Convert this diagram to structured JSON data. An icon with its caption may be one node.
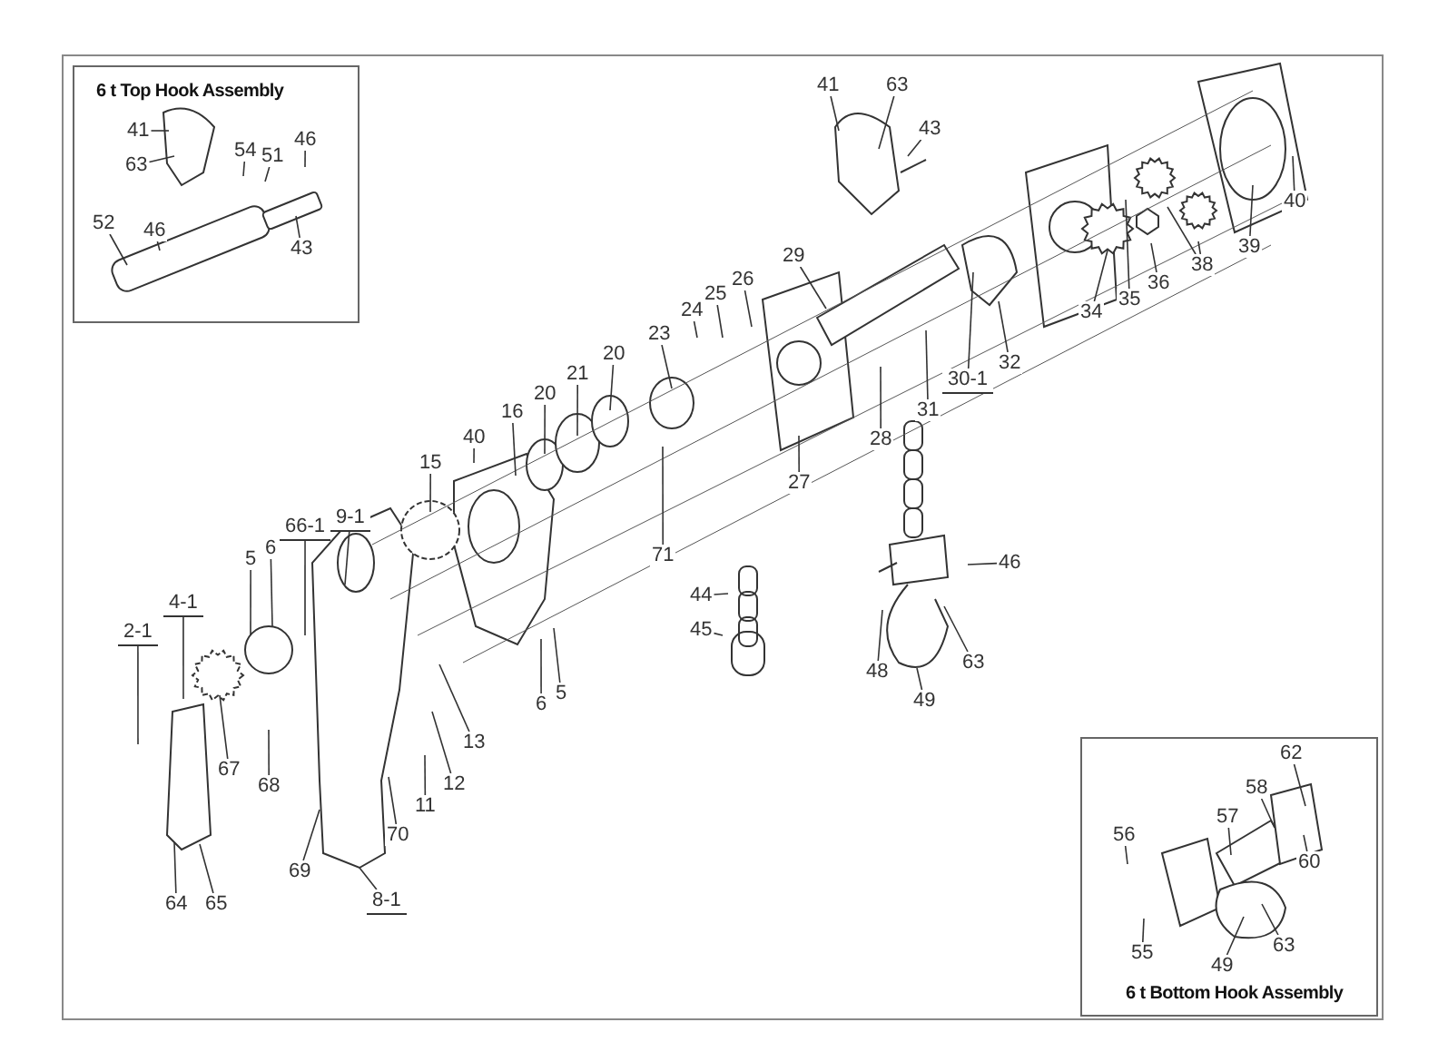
{
  "diagram": {
    "nodes": [
      {
        "text": [
          "6 t Top Hook Assembly"
        ]
      },
      {
        "text": [
          "41"
        ],
        "in": 0
      },
      {
        "text": [
          "63"
        ],
        "in": 0
      },
      {
        "text": [
          "54"
        ],
        "in": 0
      },
      {
        "text": [
          "51"
        ],
        "in": 0
      },
      {
        "text": [
          "46"
        ],
        "in": 0
      },
      {
        "text": [
          "52"
        ],
        "in": 0
      },
      {
        "text": [
          "46"
        ],
        "in": 0
      },
      {
        "text": [
          "43"
        ],
        "in": 0
      },
      {
        "text": [
          "41"
        ]
      },
      {
        "text": [
          "63"
        ]
      },
      {
        "text": [
          "43"
        ]
      },
      {
        "text": [
          "29"
        ]
      },
      {
        "text": [
          "26"
        ]
      },
      {
        "text": [
          "25"
        ]
      },
      {
        "text": [
          "24"
        ]
      },
      {
        "text": [
          "23"
        ]
      },
      {
        "text": [
          "20"
        ]
      },
      {
        "text": [
          "21"
        ]
      },
      {
        "text": [
          "20"
        ]
      },
      {
        "text": [
          "16"
        ]
      },
      {
        "text": [
          "40"
        ]
      },
      {
        "text": [
          "15"
        ]
      },
      {
        "text": [
          "9-1"
        ]
      },
      {
        "text": [
          "66-1"
        ]
      },
      {
        "text": [
          "6"
        ]
      },
      {
        "text": [
          "5"
        ]
      },
      {
        "text": [
          "4-1"
        ]
      },
      {
        "text": [
          "2-1"
        ]
      },
      {
        "text": [
          "67"
        ]
      },
      {
        "text": [
          "68"
        ]
      },
      {
        "text": [
          "64"
        ]
      },
      {
        "text": [
          "65"
        ]
      },
      {
        "text": [
          "69"
        ]
      },
      {
        "text": [
          "70"
        ]
      },
      {
        "text": [
          "8-1"
        ]
      },
      {
        "text": [
          "11"
        ]
      },
      {
        "text": [
          "12"
        ]
      },
      {
        "text": [
          "13"
        ]
      },
      {
        "text": [
          "6"
        ]
      },
      {
        "text": [
          "5"
        ]
      },
      {
        "text": [
          "71"
        ]
      },
      {
        "text": [
          "27"
        ]
      },
      {
        "text": [
          "28"
        ]
      },
      {
        "text": [
          "31"
        ]
      },
      {
        "text": [
          "30-1"
        ]
      },
      {
        "text": [
          "32"
        ]
      },
      {
        "text": [
          "34"
        ]
      },
      {
        "text": [
          "35"
        ]
      },
      {
        "text": [
          "36"
        ]
      },
      {
        "text": [
          "38"
        ]
      },
      {
        "text": [
          "39"
        ]
      },
      {
        "text": [
          "40"
        ]
      },
      {
        "text": [
          "44"
        ]
      },
      {
        "text": [
          "45"
        ]
      },
      {
        "text": [
          "46"
        ]
      },
      {
        "text": [
          "48"
        ]
      },
      {
        "text": [
          "49"
        ]
      },
      {
        "text": [
          "63"
        ]
      },
      {
        "text": [
          "6 t Bottom Hook Assembly"
        ]
      },
      {
        "text": [
          "62"
        ],
        "in": 59
      },
      {
        "text": [
          "58"
        ],
        "in": 59
      },
      {
        "text": [
          "57"
        ],
        "in": 59
      },
      {
        "text": [
          "56"
        ],
        "in": 59
      },
      {
        "text": [
          "60"
        ],
        "in": 59
      },
      {
        "text": [
          "55"
        ],
        "in": 59
      },
      {
        "text": [
          "49"
        ],
        "in": 59
      },
      {
        "text": [
          "63"
        ],
        "in": 59
      }
    ],
    "edges": [
      {
        "from": 1,
        "to": null,
        "arrow": "none"
      },
      {
        "from": 2,
        "to": null,
        "arrow": "none"
      },
      {
        "from": 3,
        "to": null,
        "arrow": "none"
      },
      {
        "from": 4,
        "to": null,
        "arrow": "none"
      },
      {
        "from": 5,
        "to": null,
        "arrow": "none"
      },
      {
        "from": 6,
        "to": null,
        "arrow": "none"
      },
      {
        "from": 7,
        "to": null,
        "arrow": "none"
      },
      {
        "from": 8,
        "to": null,
        "arrow": "none"
      },
      {
        "from": 9,
        "to": null,
        "arrow": "none"
      },
      {
        "from": 10,
        "to": null,
        "arrow": "none"
      },
      {
        "from": 11,
        "to": null,
        "arrow": "none"
      },
      {
        "from": 12,
        "to": null,
        "arrow": "none"
      },
      {
        "from": 13,
        "to": null,
        "arrow": "none"
      },
      {
        "from": 14,
        "to": null,
        "arrow": "none"
      },
      {
        "from": 15,
        "to": null,
        "arrow": "none"
      },
      {
        "from": 16,
        "to": null,
        "arrow": "none"
      },
      {
        "from": 17,
        "to": null,
        "arrow": "none"
      },
      {
        "from": 18,
        "to": null,
        "arrow": "none"
      },
      {
        "from": 19,
        "to": null,
        "arrow": "none"
      },
      {
        "from": 20,
        "to": null,
        "arrow": "none"
      },
      {
        "from": 21,
        "to": null,
        "arrow": "none"
      },
      {
        "from": 22,
        "to": null,
        "arrow": "none"
      },
      {
        "from": 23,
        "to": null,
        "arrow": "none"
      },
      {
        "from": 24,
        "to": null,
        "arrow": "none"
      },
      {
        "from": 25,
        "to": null,
        "arrow": "none"
      },
      {
        "from": 26,
        "to": null,
        "arrow": "none"
      },
      {
        "from": 27,
        "to": null,
        "arrow": "none"
      },
      {
        "from": 28,
        "to": null,
        "arrow": "none"
      },
      {
        "from": 29,
        "to": null,
        "arrow": "none"
      },
      {
        "from": 30,
        "to": null,
        "arrow": "none"
      },
      {
        "from": 31,
        "to": null,
        "arrow": "none"
      },
      {
        "from": 32,
        "to": null,
        "arrow": "none"
      },
      {
        "from": 33,
        "to": null,
        "arrow": "none"
      },
      {
        "from": 34,
        "to": null,
        "arrow": "none"
      },
      {
        "from": 35,
        "to": null,
        "arrow": "none"
      },
      {
        "from": 36,
        "to": null,
        "arrow": "none"
      },
      {
        "from": 37,
        "to": null,
        "arrow": "none"
      },
      {
        "from": 38,
        "to": null,
        "arrow": "none"
      },
      {
        "from": 39,
        "to": null,
        "arrow": "none"
      },
      {
        "from": 40,
        "to": null,
        "arrow": "none"
      },
      {
        "from": 41,
        "to": null,
        "arrow": "none"
      },
      {
        "from": 42,
        "to": null,
        "arrow": "none"
      },
      {
        "from": 43,
        "to": null,
        "arrow": "none"
      },
      {
        "from": 44,
        "to": null,
        "arrow": "none"
      },
      {
        "from": 45,
        "to": null,
        "arrow": "none"
      },
      {
        "from": 46,
        "to": null,
        "arrow": "none"
      },
      {
        "from": 47,
        "to": null,
        "arrow": "none"
      },
      {
        "from": 48,
        "to": null,
        "arrow": "none"
      },
      {
        "from": 49,
        "to": null,
        "arrow": "none"
      },
      {
        "from": 50,
        "to": null,
        "arrow": "none"
      },
      {
        "from": 51,
        "to": null,
        "arrow": "none"
      },
      {
        "from": 52,
        "to": null,
        "arrow": "none"
      },
      {
        "from": 53,
        "to": null,
        "arrow": "none"
      },
      {
        "from": 54,
        "to": null,
        "arrow": "none"
      },
      {
        "from": 55,
        "to": null,
        "arrow": "none"
      },
      {
        "from": 56,
        "to": null,
        "arrow": "none"
      },
      {
        "from": 57,
        "to": null,
        "arrow": "none"
      },
      {
        "from": 58,
        "to": null,
        "arrow": "none"
      },
      {
        "from": 60,
        "to": null,
        "arrow": "none"
      },
      {
        "from": 61,
        "to": null,
        "arrow": "none"
      },
      {
        "from": 62,
        "to": null,
        "arrow": "none"
      },
      {
        "from": 63,
        "to": null,
        "arrow": "none"
      },
      {
        "from": 64,
        "to": null,
        "arrow": "none"
      },
      {
        "from": 65,
        "to": null,
        "arrow": "none"
      },
      {
        "from": 66,
        "to": null,
        "arrow": "none"
      },
      {
        "from": 67,
        "to": null,
        "arrow": "none"
      },
      {
        "from": 50,
        "to": null,
        "arrow": "none"
      }
    ]
  }
}
